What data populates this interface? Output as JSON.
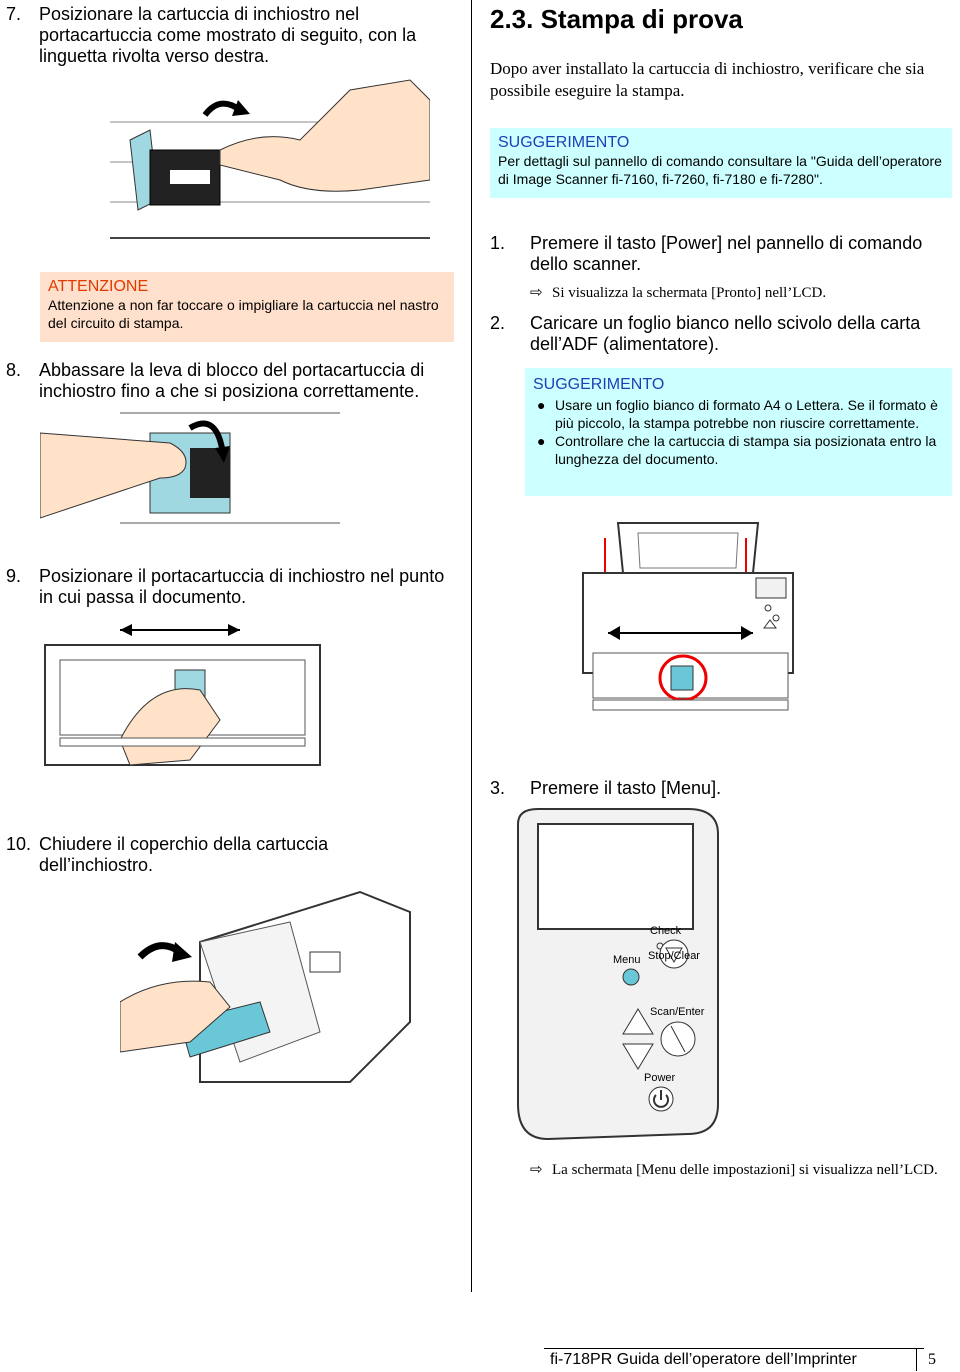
{
  "left": {
    "step7": {
      "num": "7.",
      "text": "Posizionare la cartuccia di inchiostro nel portacartuccia come mostrato di seguito, con la linguetta rivolta verso destra."
    },
    "warning": {
      "heading": "ATTENZIONE",
      "text": "Attenzione a non far toccare o impigliare la cartuccia nel nastro del circuito di stampa."
    },
    "step8": {
      "num": "8.",
      "text": "Abbassare la leva di blocco del portacartuccia di inchiostro fino a che si posiziona correttamente."
    },
    "step9": {
      "num": "9.",
      "text": "Posizionare il portacartuccia di inchiostro nel punto in cui passa il documento."
    },
    "step10": {
      "num": "10.",
      "text": "Chiudere il coperchio della cartuccia dell’inchiostro."
    }
  },
  "right": {
    "section_title": "2.3. Stampa di prova",
    "intro": "Dopo aver installato la cartuccia di inchiostro, verificare che sia possibile eseguire la stampa.",
    "tip1": {
      "heading": "SUGGERIMENTO",
      "text": "Per dettagli sul pannello di comando consultare la \"Guida dell’operatore di Image Scanner fi-7160, fi-7260, fi-7180 e fi-7280\"."
    },
    "step1": {
      "num": "1.",
      "text": "Premere il tasto [Power] nel pannello di comando dello scanner.",
      "result": "Si visualizza la schermata [Pronto] nell’LCD."
    },
    "step2": {
      "num": "2.",
      "text": "Caricare un foglio bianco nello scivolo della carta dell’ADF (alimentatore)."
    },
    "tip2": {
      "heading": "SUGGERIMENTO",
      "items": [
        "Usare un foglio bianco di formato A4 o Lettera. Se il formato è più piccolo, la stampa potrebbe non riuscire correttamente.",
        "Controllare che la cartuccia di stampa sia posizionata entro la lunghezza del documento."
      ]
    },
    "step3": {
      "num": "3.",
      "text": "Premere il tasto [Menu].",
      "result": "La schermata [Menu delle impostazioni] si visualizza nell’LCD."
    },
    "panel": {
      "check": "Check",
      "menu": "Menu",
      "stop": "Stop/Clear",
      "scan": "Scan/Enter",
      "power": "Power"
    }
  },
  "footer": {
    "title": "fi-718PR Guida dell’operatore dell’Imprinter",
    "page": "5"
  }
}
